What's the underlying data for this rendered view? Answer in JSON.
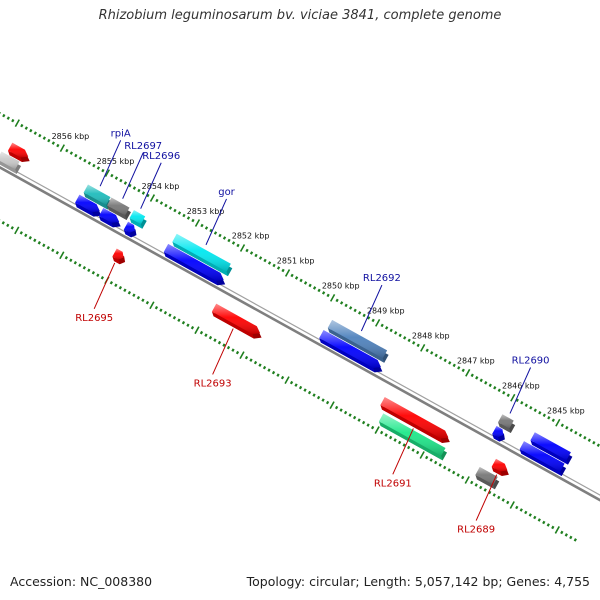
{
  "title": "Rhizobium leguminosarum bv. viciae 3841, complete genome",
  "footer": {
    "accession": "Accession: NC_008380",
    "summary": "Topology: circular; Length: 5,057,142 bp; Genes: 4,755"
  },
  "colors": {
    "backbone": "#7f7f7f",
    "ruler": "#1f7f1f",
    "forward_label": "#1010a0",
    "reverse_label": "#c00000"
  },
  "ruler_labels": [
    {
      "text": "2856 kbp",
      "kbp": 2856
    },
    {
      "text": "2855 kbp",
      "kbp": 2855
    },
    {
      "text": "2854 kbp",
      "kbp": 2854
    },
    {
      "text": "2853 kbp",
      "kbp": 2853
    },
    {
      "text": "2852 kbp",
      "kbp": 2852
    },
    {
      "text": "2851 kbp",
      "kbp": 2851
    },
    {
      "text": "2850 kbp",
      "kbp": 2850
    },
    {
      "text": "2849 kbp",
      "kbp": 2849
    },
    {
      "text": "2848 kbp",
      "kbp": 2848
    },
    {
      "text": "2847 kbp",
      "kbp": 2847
    },
    {
      "text": "2846 kbp",
      "kbp": 2846
    },
    {
      "text": "2845 kbp",
      "kbp": 2845
    }
  ],
  "features": [
    {
      "id": "f-left-red",
      "lane": "fwd-outer",
      "start": 2856.9,
      "end": 2856.5,
      "color": "#ff0000",
      "arrow": true
    },
    {
      "id": "f-left-gray",
      "lane": "fwd-inner",
      "start": 2857.0,
      "end": 2856.6,
      "color": "#c8c8c8",
      "arrow": false
    },
    {
      "id": "f-rpiA",
      "lane": "fwd-outer",
      "start": 2855.22,
      "end": 2854.72,
      "color": "#1fbcbc",
      "arrow": false
    },
    {
      "id": "f-rpiA-cds",
      "lane": "fwd-inner",
      "start": 2855.27,
      "end": 2854.77,
      "color": "#0000ff",
      "arrow": true
    },
    {
      "id": "f-RL2697",
      "lane": "fwd-outer",
      "start": 2854.7,
      "end": 2854.3,
      "color": "#777777",
      "arrow": false
    },
    {
      "id": "f-RL2697-cds",
      "lane": "fwd-inner",
      "start": 2854.74,
      "end": 2854.34,
      "color": "#0000ff",
      "arrow": true
    },
    {
      "id": "f-RL2696",
      "lane": "fwd-outer",
      "start": 2854.2,
      "end": 2853.95,
      "color": "#00e8f0",
      "arrow": false
    },
    {
      "id": "f-RL2696-cds",
      "lane": "fwd-inner",
      "start": 2854.19,
      "end": 2853.99,
      "color": "#0000ff",
      "arrow": true
    },
    {
      "id": "f-gor",
      "lane": "fwd-outer",
      "start": 2853.25,
      "end": 2852.05,
      "color": "#00e8f0",
      "arrow": false
    },
    {
      "id": "f-gor-cds",
      "lane": "fwd-inner",
      "start": 2853.3,
      "end": 2852.02,
      "color": "#0000ff",
      "arrow": true
    },
    {
      "id": "f-RL2695",
      "lane": "rev-inner",
      "start": 2854.13,
      "end": 2853.93,
      "color": "#ff0000",
      "arrow": true
    },
    {
      "id": "f-RL2693",
      "lane": "rev-inner",
      "start": 2851.92,
      "end": 2850.9,
      "color": "#ff0000",
      "arrow": true
    },
    {
      "id": "f-RL2692",
      "lane": "fwd-outer",
      "start": 2849.8,
      "end": 2848.58,
      "color": "#4f82bd",
      "arrow": false
    },
    {
      "id": "f-RL2692-cds",
      "lane": "fwd-inner",
      "start": 2849.85,
      "end": 2848.53,
      "color": "#0000ff",
      "arrow": true
    },
    {
      "id": "f-RL2691",
      "lane": "rev-inner",
      "start": 2848.18,
      "end": 2846.72,
      "color": "#ff0000",
      "arrow": true
    },
    {
      "id": "f-RL2691-rna",
      "lane": "rev-outer",
      "start": 2848.05,
      "end": 2846.67,
      "color": "#1ee88a",
      "arrow": false
    },
    {
      "id": "f-RL2690",
      "lane": "fwd-outer",
      "start": 2846.02,
      "end": 2845.77,
      "color": "#777777",
      "arrow": false
    },
    {
      "id": "f-RL2690-cds",
      "lane": "fwd-inner",
      "start": 2846.01,
      "end": 2845.81,
      "color": "#0000ff",
      "arrow": true
    },
    {
      "id": "f-RL2689",
      "lane": "rev-inner",
      "start": 2845.71,
      "end": 2845.41,
      "color": "#ff0000",
      "arrow": true
    },
    {
      "id": "f-RL2689-rna",
      "lane": "rev-outer",
      "start": 2845.91,
      "end": 2845.51,
      "color": "#777777",
      "arrow": false
    },
    {
      "id": "f-right-1",
      "lane": "fwd-outer",
      "start": 2845.3,
      "end": 2844.5,
      "color": "#0000ff",
      "arrow": false
    },
    {
      "id": "f-right-2",
      "lane": "fwd-inner",
      "start": 2845.4,
      "end": 2844.5,
      "color": "#0000ff",
      "arrow": false
    }
  ],
  "gene_labels": [
    {
      "text": "rpiA",
      "strand": "forward",
      "kbp": 2855.0
    },
    {
      "text": "RL2697",
      "strand": "forward",
      "kbp": 2854.5
    },
    {
      "text": "RL2696",
      "strand": "forward",
      "kbp": 2854.1
    },
    {
      "text": "gor",
      "strand": "forward",
      "kbp": 2852.65
    },
    {
      "text": "RL2692",
      "strand": "forward",
      "kbp": 2849.2
    },
    {
      "text": "RL2690",
      "strand": "forward",
      "kbp": 2845.9
    },
    {
      "text": "RL2695",
      "strand": "reverse",
      "kbp": 2854.03
    },
    {
      "text": "RL2693",
      "strand": "reverse",
      "kbp": 2851.4
    },
    {
      "text": "RL2691",
      "strand": "reverse",
      "kbp": 2847.4
    },
    {
      "text": "RL2689",
      "strand": "reverse",
      "kbp": 2845.55
    }
  ]
}
